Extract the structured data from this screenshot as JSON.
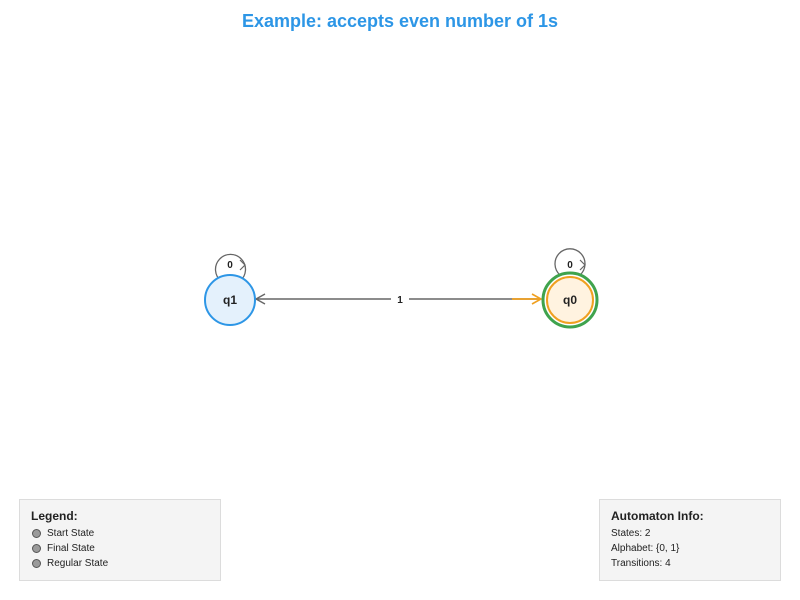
{
  "title": "Example: accepts even number of 1s",
  "states": [
    {
      "id": "q1",
      "label": "q1",
      "start": false,
      "final": false
    },
    {
      "id": "q0",
      "label": "q0",
      "start": true,
      "final": true
    }
  ],
  "transitions": [
    {
      "from": "q1",
      "to": "q1",
      "label": "0"
    },
    {
      "from": "q0",
      "to": "q0",
      "label": "0"
    },
    {
      "from": "q0",
      "to": "q1",
      "label": "1"
    }
  ],
  "legend": {
    "title": "Legend:",
    "items": [
      "Start State",
      "Final State",
      "Regular State"
    ]
  },
  "info": {
    "title": "Automaton Info:",
    "states": "States: 2",
    "alphabet": "Alphabet: {0, 1}",
    "transitions": "Transitions: 4"
  },
  "colors": {
    "title": "#2d96e6",
    "regular_stroke": "#2d96e6",
    "regular_fill": "#e4f1fc",
    "final_outer": "#3fa34d",
    "start_stroke": "#f0a020",
    "start_fill": "#fff3e0",
    "edge": "#666666"
  }
}
